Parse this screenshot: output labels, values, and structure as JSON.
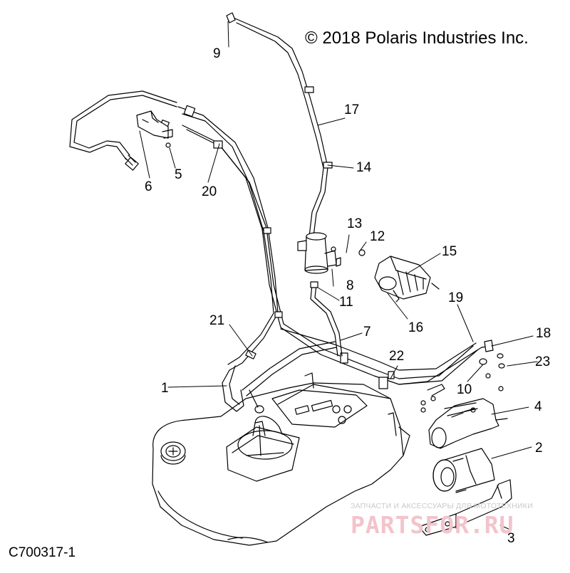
{
  "copyright": "© 2018 Polaris Industries Inc.",
  "drawing_id": "C700317-1",
  "watermark": {
    "tagline": "ЗАПЧАСТИ И АКСЕССУАРЫ ДЛЯ МОТОТЕХНИКИ",
    "brand": "PARTSFOR.RU"
  },
  "callouts": {
    "c1": "1",
    "c2": "2",
    "c3": "3",
    "c4": "4",
    "c5": "5",
    "c6": "6",
    "c7": "7",
    "c8": "8",
    "c9": "9",
    "c10": "10",
    "c11": "11",
    "c12": "12",
    "c13": "13",
    "c14": "14",
    "c15": "15",
    "c16": "16",
    "c17": "17",
    "c18": "18",
    "c19": "19",
    "c20": "20",
    "c21": "21",
    "c22": "22",
    "c23": "23"
  },
  "colors": {
    "line": "#000000",
    "watermark_brand": "#f2c4cc",
    "watermark_text": "#c9c9c9"
  }
}
